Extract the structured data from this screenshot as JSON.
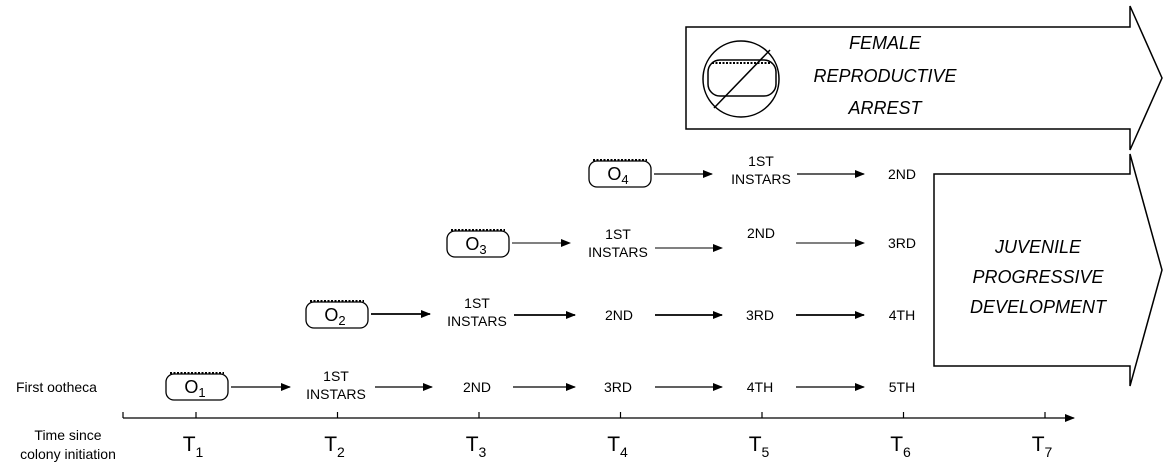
{
  "arrest_label": [
    "FEMALE",
    "REPRODUCTIVE",
    "ARREST"
  ],
  "juvenile_label": [
    "JUVENILE",
    "PROGRESSIVE",
    "DEVELOPMENT"
  ],
  "first_ootheca_label": "First ootheca",
  "axis_title": [
    "Time since",
    "colony initiation"
  ],
  "time_ticks": [
    {
      "main": "T",
      "sub": "1"
    },
    {
      "main": "T",
      "sub": "2"
    },
    {
      "main": "T",
      "sub": "3"
    },
    {
      "main": "T",
      "sub": "4"
    },
    {
      "main": "T",
      "sub": "5"
    },
    {
      "main": "T",
      "sub": "6"
    },
    {
      "main": "T",
      "sub": "7"
    }
  ],
  "oothecae": [
    {
      "main": "O",
      "sub": "1"
    },
    {
      "main": "O",
      "sub": "2"
    },
    {
      "main": "O",
      "sub": "3"
    },
    {
      "main": "O",
      "sub": "4"
    }
  ],
  "stage_labels": {
    "first_instars": [
      "1ST",
      "INSTARS"
    ],
    "second": "2ND",
    "third": "3RD",
    "fourth": "4TH",
    "fifth": "5TH"
  }
}
